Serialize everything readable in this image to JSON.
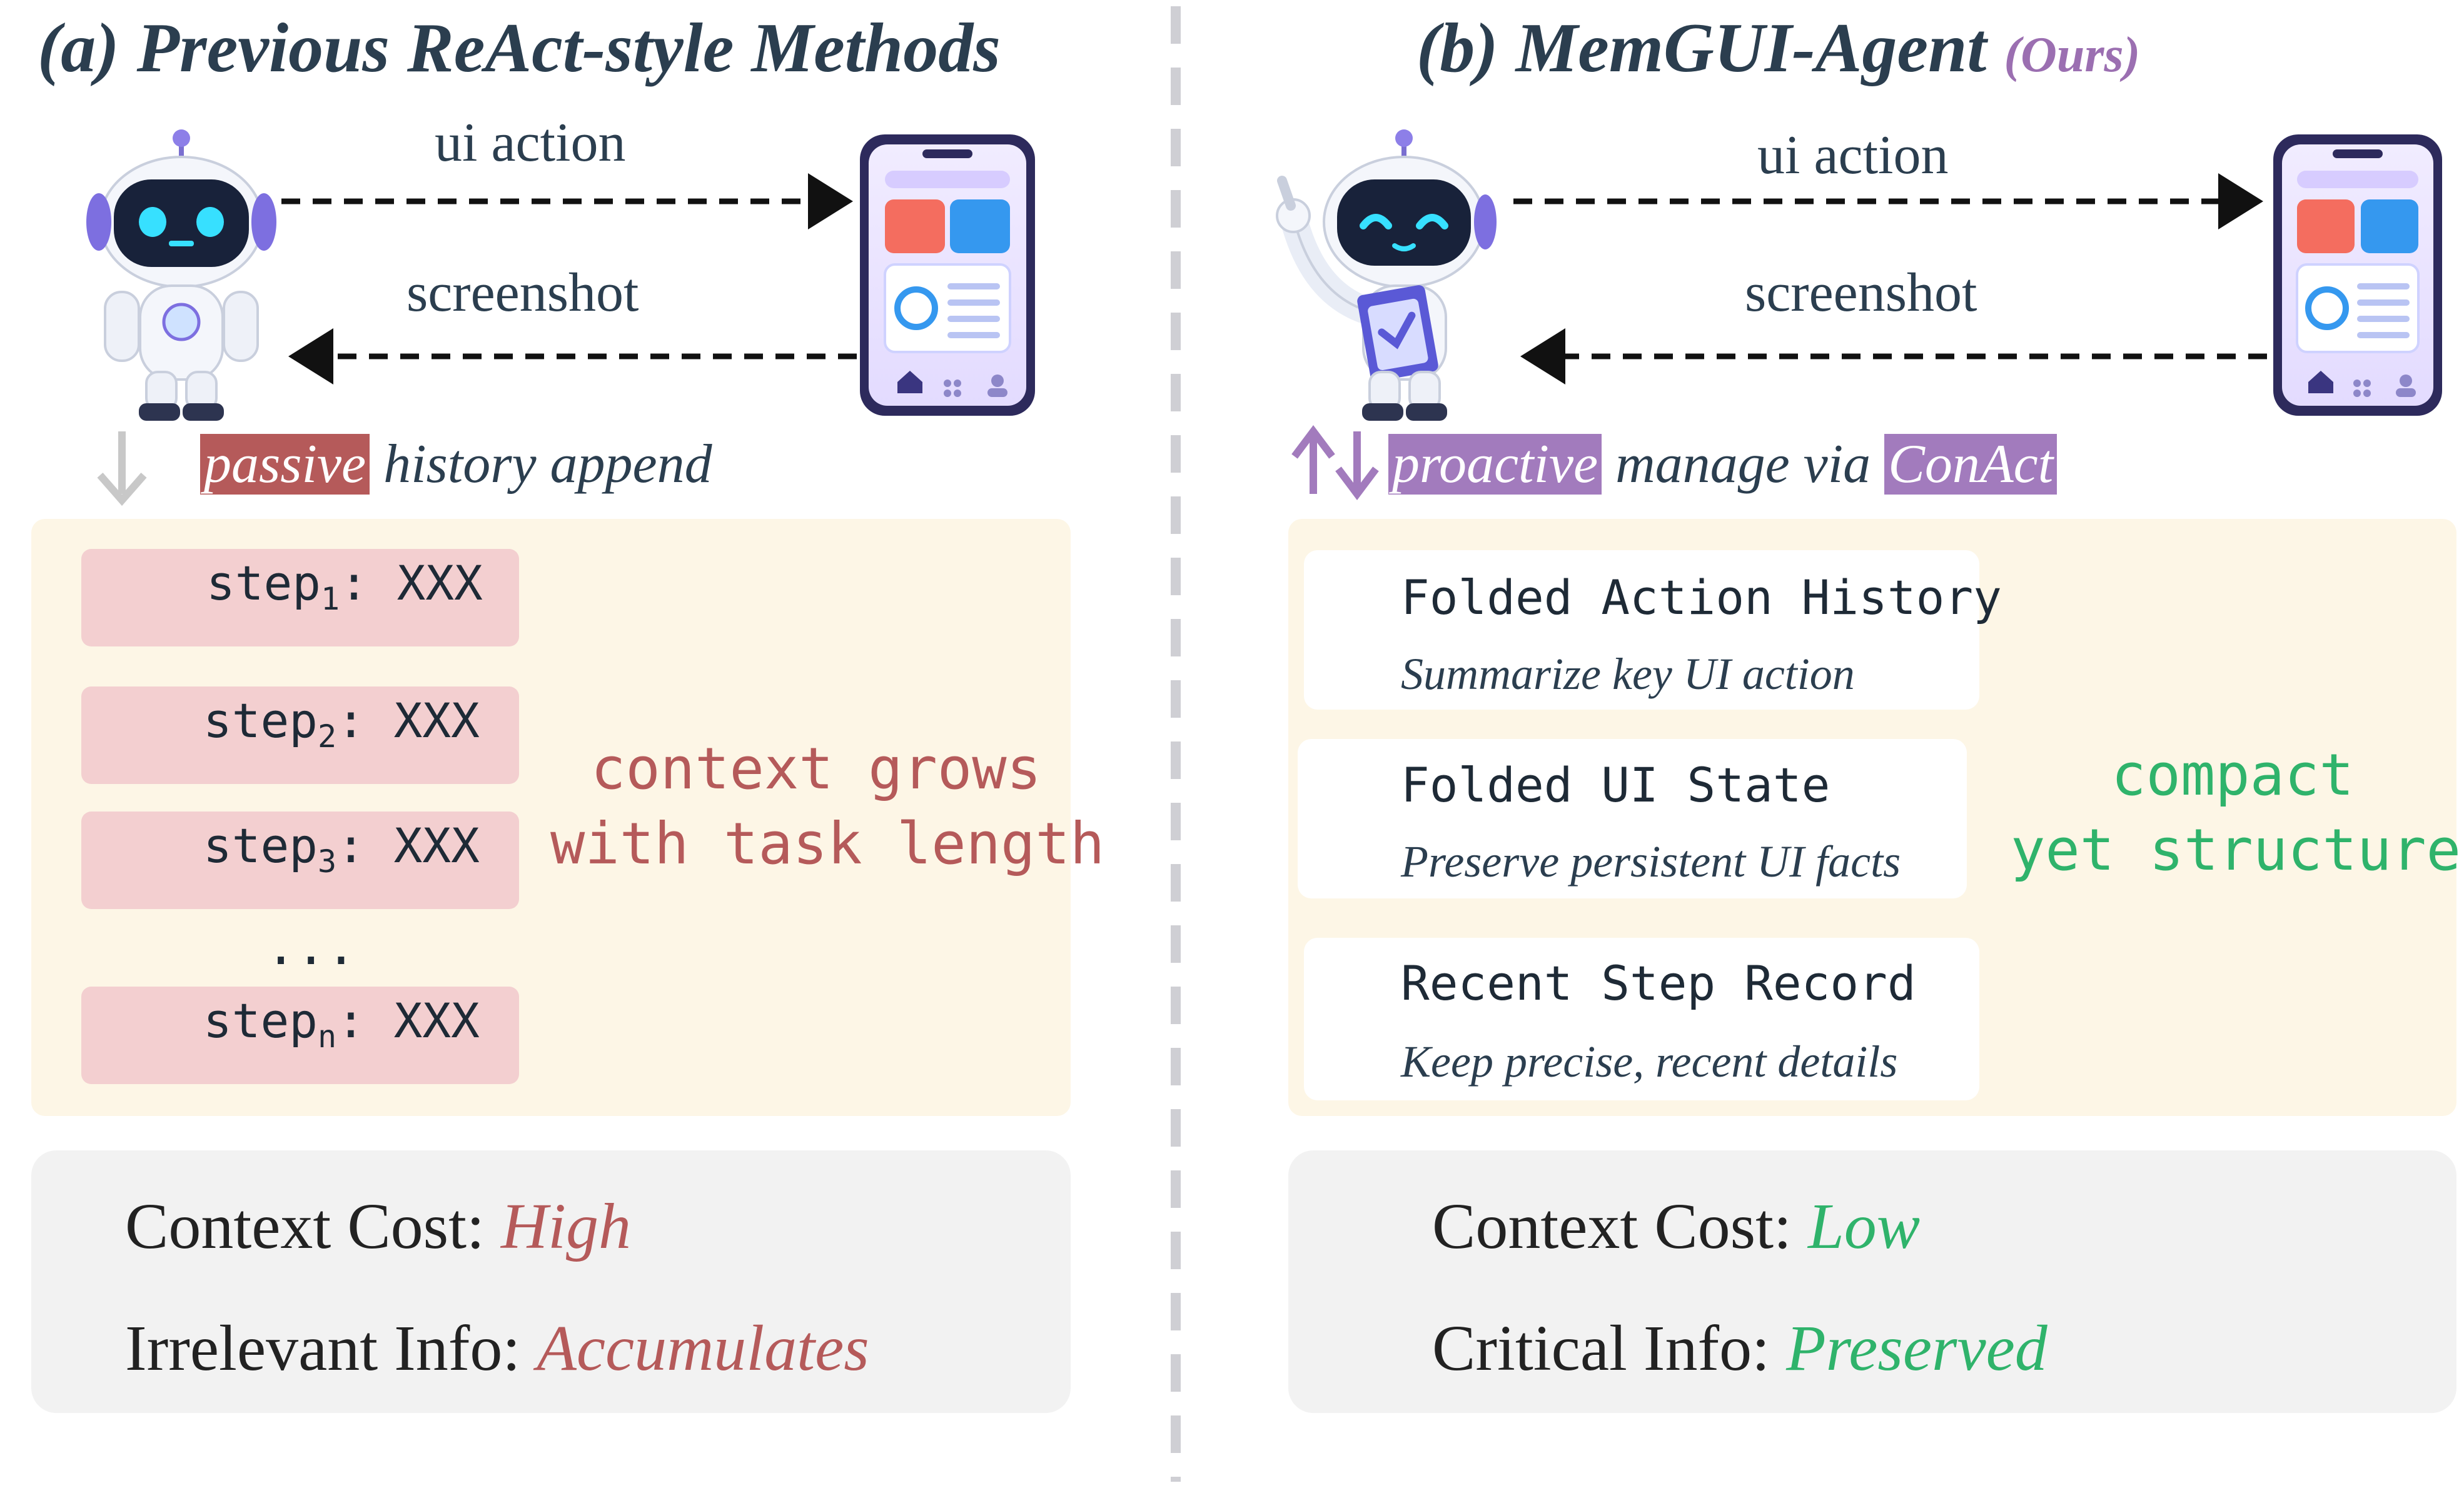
{
  "left": {
    "title": "(a) Previous  ReAct-style Methods",
    "arrow_top": "ui action",
    "arrow_bottom": "screenshot",
    "mode_highlight": "passive",
    "mode_rest": "history append",
    "steps": [
      {
        "prefix": "step",
        "sub": "1",
        "suffix": ": XXX"
      },
      {
        "prefix": "step",
        "sub": "2",
        "suffix": ": XXX"
      },
      {
        "prefix": "step",
        "sub": "3",
        "suffix": ": XXX"
      },
      {
        "prefix": "step",
        "sub": "n",
        "suffix": ": XXX"
      }
    ],
    "ellipsis": "...",
    "note_line1": "context grows",
    "note_line2": "with task length",
    "cost_label": "Context Cost: ",
    "cost_value": "High",
    "info_label": "Irrelevant Info: ",
    "info_value": "Accumulates"
  },
  "right": {
    "title": "(b) MemGUI-Agent",
    "title_tag": "(Ours)",
    "arrow_top": "ui action",
    "arrow_bottom": "screenshot",
    "mode_highlight": "proactive",
    "mode_middle": "manage via",
    "mode_highlight2": "ConAct",
    "cards": [
      {
        "title": "Folded  Action History",
        "sub": "Summarize key UI action"
      },
      {
        "title": "Folded UI State",
        "sub": "Preserve persistent UI facts"
      },
      {
        "title": "Recent Step Record",
        "sub": "Keep precise, recent details"
      }
    ],
    "note_line1": "compact",
    "note_line2": "yet structured",
    "cost_label": "Context Cost: ",
    "cost_value": "Low",
    "info_label": "Critical Info: ",
    "info_value": "Preserved"
  },
  "colors": {
    "red_accent": "#b55a5a",
    "purple_accent": "#a27bbd",
    "green_accent": "#2fb36b",
    "title_color": "#2b3e4f",
    "panel_bg": "#fdf6e6",
    "step_bg": "#f3cfd0"
  },
  "icons": [
    "robot-icon",
    "phone-icon",
    "image-icon",
    "crying-emoji-icon",
    "star-eyes-emoji-icon",
    "rising-bars-icon",
    "chart-refresh-icon",
    "document-clock-icon",
    "database-icon",
    "chat-bubble-icon",
    "cross-icon",
    "check-icon"
  ]
}
